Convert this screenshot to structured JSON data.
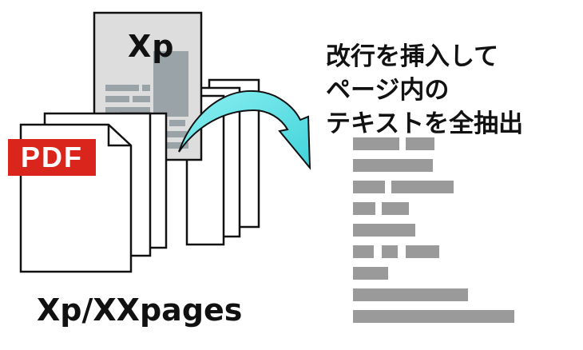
{
  "source_doc": {
    "label": "Xp"
  },
  "pdf_badge": {
    "label": "PDF",
    "color": "#d9251b"
  },
  "caption": "Xp/XXpages",
  "heading_lines": [
    "改行を挿入して",
    "ページ内の",
    "テキストを全抽出"
  ],
  "arrow": {
    "color": "#5ce1e6",
    "icon": "curved-arrow-icon"
  },
  "colors": {
    "page_gray": "#dddddd",
    "text_block": "#9a9a9a",
    "image_block": "#9aa3a8"
  }
}
